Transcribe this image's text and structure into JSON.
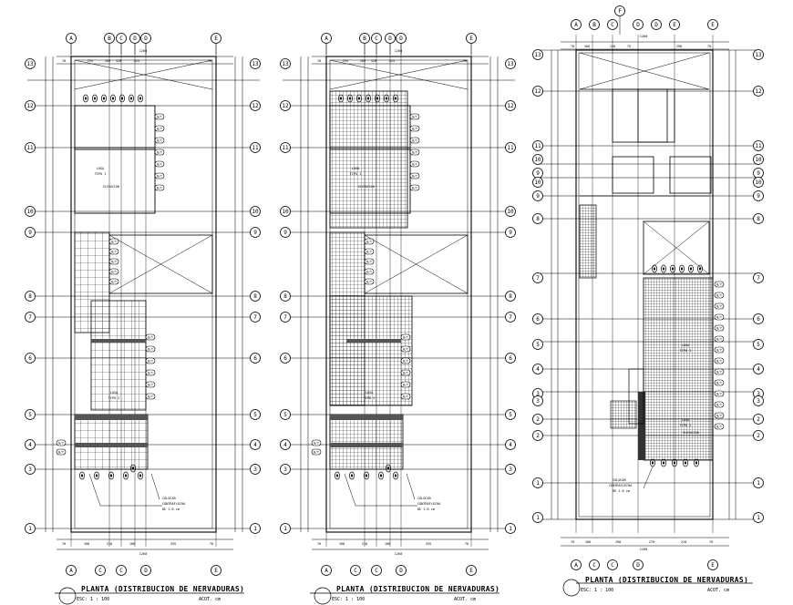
{
  "plans": [
    {
      "title": "PLANTA (DISTRIBUCION DE NERVADURAS)",
      "scale": "ESC: 1 : 100",
      "acot": "ACOT. cm",
      "note": [
        "COLOCAR",
        "CONTRAFLECHA",
        "DE 1.0 cm"
      ],
      "top_axes": [
        "A",
        "B",
        "C",
        "D",
        "E"
      ],
      "bottom_axes": [
        "A",
        "C",
        "D",
        "E"
      ],
      "side_axes": [
        "13",
        "12",
        "11",
        "10",
        "9",
        "8",
        "7",
        "6",
        "5",
        "4",
        "3",
        "2",
        "1"
      ],
      "top_dims": [
        "70",
        "295",
        "160",
        "120",
        "425",
        "70"
      ],
      "top_total": "1260",
      "bottom_dims": [
        "70",
        "160",
        "210",
        "180",
        "435",
        "70"
      ],
      "bottom_total": "1260",
      "labels": [
        "LOSA",
        "TIPO 1",
        "LOSA",
        "TIPO 2",
        "ELEVACION"
      ]
    },
    {
      "title": "PLANTA (DISTRIBUCION DE NERVADURAS)",
      "scale": "ESC: 1 : 100",
      "acot": "ACOT. cm",
      "note": [
        "COLOCAR",
        "CONTRAFLECHA",
        "DE 1.0 cm"
      ],
      "top_axes": [
        "A",
        "B",
        "C",
        "D",
        "E"
      ],
      "bottom_axes": [
        "A",
        "C",
        "D",
        "E"
      ],
      "side_axes": [
        "13",
        "12",
        "11",
        "10",
        "9",
        "8",
        "7",
        "6",
        "5",
        "4",
        "3",
        "2",
        "1"
      ],
      "top_dims": [
        "70",
        "295",
        "160",
        "120",
        "425",
        "70"
      ],
      "top_total": "1260",
      "bottom_dims": [
        "70",
        "160",
        "210",
        "180",
        "435",
        "70"
      ],
      "bottom_total": "1260",
      "labels": [
        "LOSA",
        "TIPO 1",
        "LOSA",
        "TIPO 2",
        "ELEVACION"
      ]
    },
    {
      "title": "PLANTA (DISTRIBUCION DE NERVADURAS)",
      "scale": "ESC: 1 : 100",
      "acot": "ACOT. cm",
      "note": [
        "COLOCAR",
        "CONTRAFLECHA",
        "DE 1.0 cm"
      ],
      "top_axes": [
        "A",
        "B",
        "C",
        "D",
        "E",
        "F"
      ],
      "bottom_axes": [
        "A",
        "C",
        "D",
        "E"
      ],
      "side_axes": [
        "13",
        "12",
        "11",
        "10",
        "9",
        "8",
        "7",
        "6",
        "5",
        "4",
        "3",
        "2",
        "1"
      ],
      "top_dims": [
        "70",
        "160",
        "120",
        "75",
        "290",
        "70"
      ],
      "top_total": "1260",
      "bottom_dims": [
        "70",
        "160",
        "290",
        "270",
        "210",
        "70"
      ],
      "bottom_total": "1260",
      "labels": [
        "LOSA",
        "TIPO 1",
        "LOSA",
        "TIPO 2",
        "ELEVACION"
      ]
    }
  ]
}
